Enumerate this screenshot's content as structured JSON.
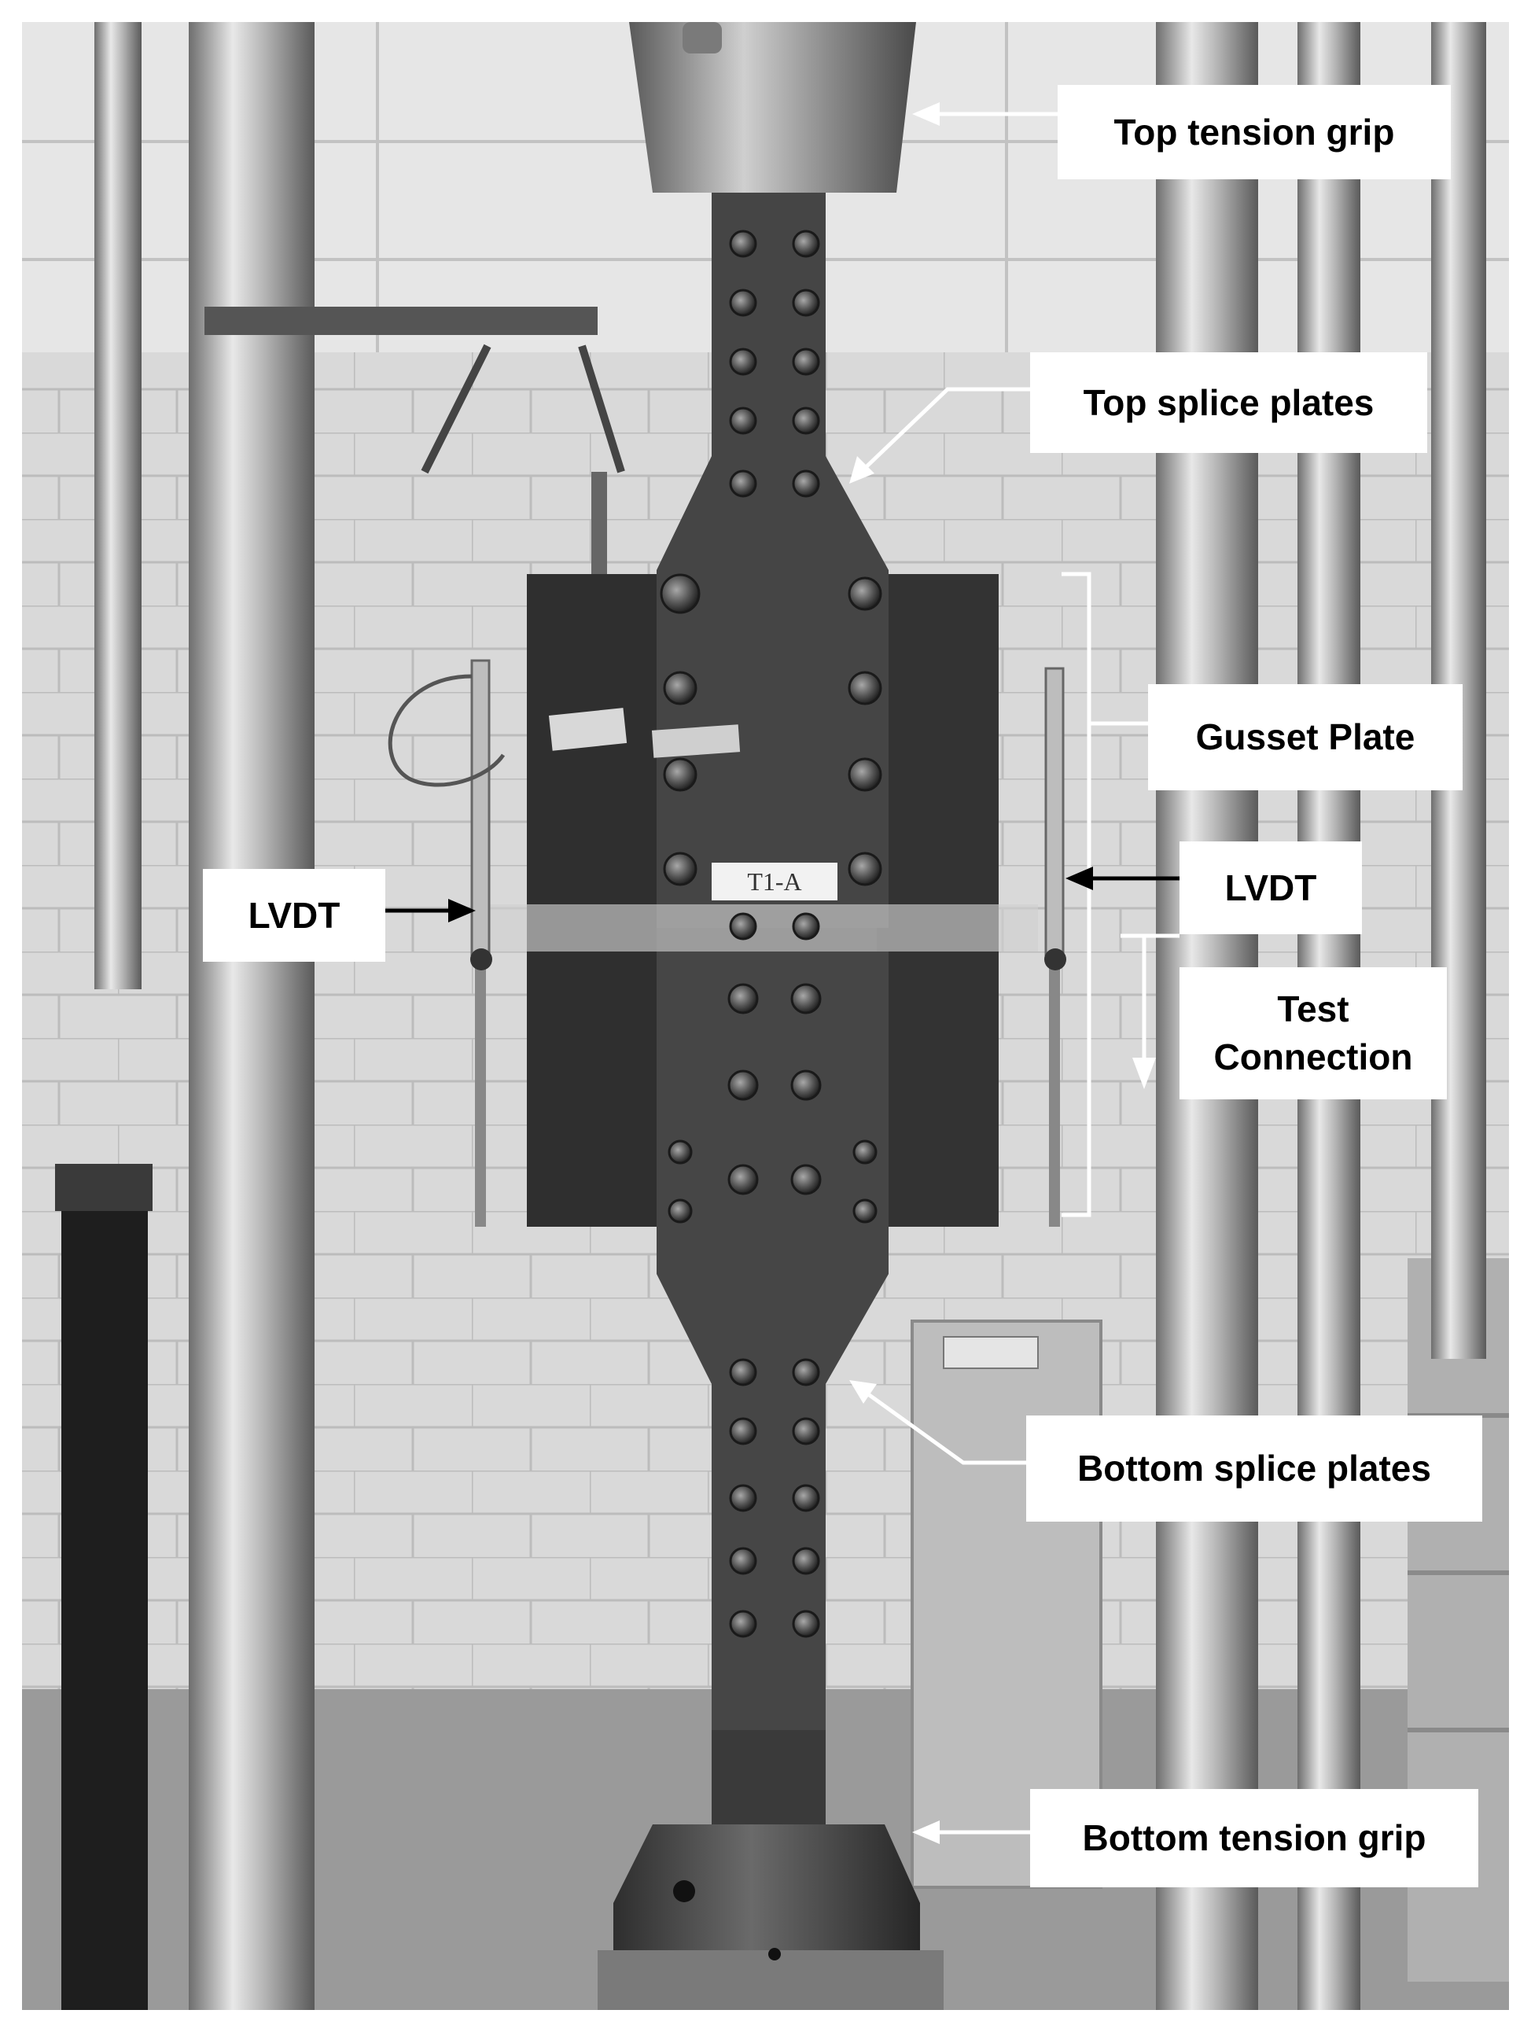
{
  "labels": {
    "top_tension_grip": "Top tension grip",
    "top_splice_plates": "Top splice plates",
    "gusset_plate": "Gusset Plate",
    "lvdt_left": "LVDT",
    "lvdt_right": "LVDT",
    "test_connection_line1": "Test",
    "test_connection_line2": "Connection",
    "bottom_splice_plates": "Bottom splice plates",
    "bottom_tension_grip": "Bottom tension grip"
  },
  "specimen_tag": "T1-A",
  "colors": {
    "background": "#ffffff",
    "label_fill": "#ffffff",
    "steel_dark": "#3a3a3a",
    "lab_wall": "#d6d6d6"
  }
}
